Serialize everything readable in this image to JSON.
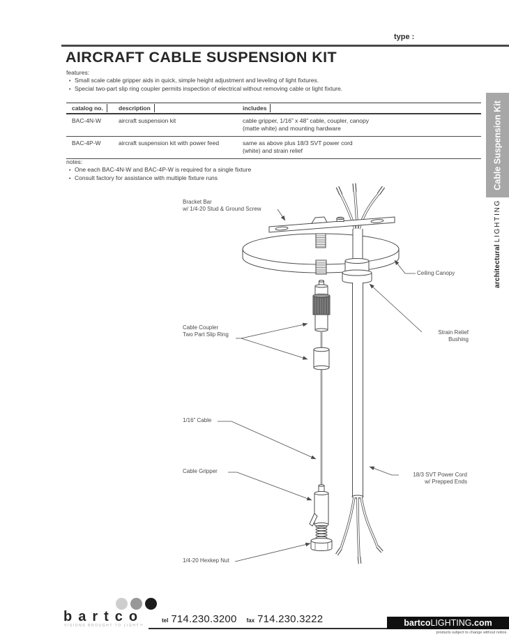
{
  "header": {
    "type_label": "type :"
  },
  "title": "AIRCRAFT CABLE SUSPENSION KIT",
  "features": {
    "heading": "features:",
    "items": [
      "Small scale cable gripper aids in quick, simple height adjustment and leveling of light fixtures.",
      "Special two-part slip ring coupler permits inspection of electrical without removing cable or light fixture."
    ]
  },
  "table": {
    "headers": [
      "catalog no.",
      "description",
      "includes"
    ],
    "rows": [
      {
        "catalog": "BAC-4N-W",
        "description": "aircraft suspension kit",
        "includes_line1": "cable gripper, 1/16” x 48” cable, coupler, canopy",
        "includes_line2": "(matte white) and mounting hardware"
      },
      {
        "catalog": "BAC-4P-W",
        "description": "aircraft suspension kit with power feed",
        "includes_line1": "same as above plus  18/3 SVT power cord",
        "includes_line2": "(white) and strain relief"
      }
    ]
  },
  "notes": {
    "heading": "notes:",
    "items": [
      "One each BAC-4N-W and BAC-4P-W is required for a single fixture",
      "Consult factory for assistance with multiple fixture runs"
    ]
  },
  "diagram": {
    "labels": {
      "bracket_bar_line1": "Bracket Bar",
      "bracket_bar_line2": "w/ 1/4-20 Stud & Ground Screw",
      "ceiling_canopy": "Ceiling Canopy",
      "strain_relief_line1": "Strain Relief",
      "strain_relief_line2": "Bushing",
      "coupler_line1": "Cable Coupler",
      "coupler_line2": "Two Part Slip Ring",
      "cable": "1/16” Cable",
      "gripper": "Cable Gripper",
      "hexnut": "1/4-20 Hexkep Nut",
      "power_cord_line1": "18/3 SVT Power Cord",
      "power_cord_line2": "w/ Prepped Ends"
    }
  },
  "sidebar": {
    "tab_label": "Cable Suspension Kit",
    "tab_color": "#a7a7a7",
    "brand_bold": "architectural",
    "brand_light": "LIGHTING"
  },
  "footer": {
    "logo_text": "bartco",
    "logo_tagline": "VISIONS BROUGHT TO LIGHT™",
    "dot_colors": [
      "#cecece",
      "#989898",
      "#1c1c1c"
    ],
    "tel_label": "tel",
    "tel_number": "714.230.3200",
    "fax_label": "fax",
    "fax_number": "714.230.3222",
    "site_bold1": "bartco",
    "site_light": "LIGHTING",
    "site_bold2": ".com",
    "notice": "products subject to change without notice."
  }
}
